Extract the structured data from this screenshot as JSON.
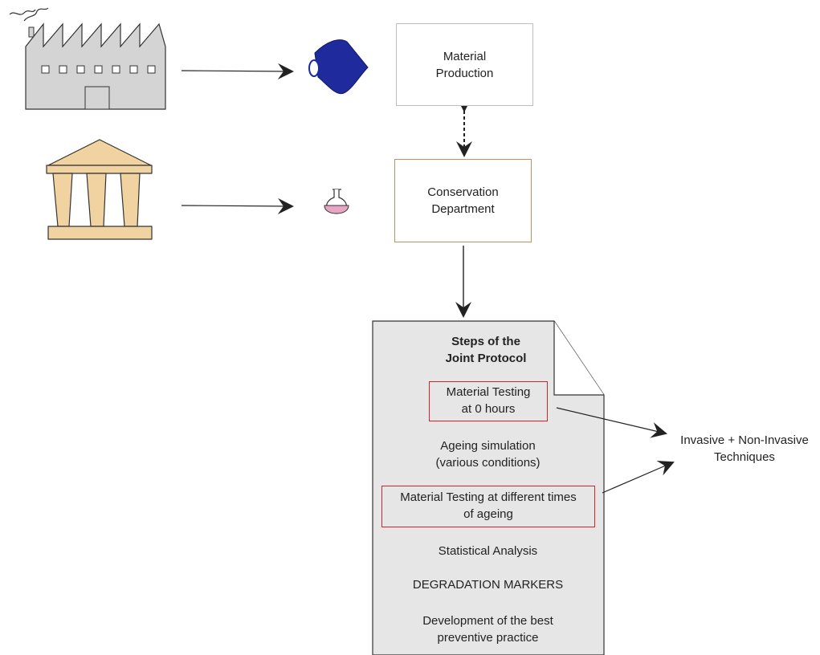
{
  "boxes": {
    "production": [
      "Material",
      "Production"
    ],
    "conservation": [
      "Conservation",
      "Department"
    ]
  },
  "protocol": {
    "title": [
      "Steps of the",
      "Joint Protocol"
    ],
    "steps": [
      [
        "Material Testing",
        "at 0 hours"
      ],
      [
        "Ageing simulation",
        "(various conditions)"
      ],
      [
        "Material Testing at different times",
        "of ageing"
      ],
      [
        "Statistical Analysis"
      ],
      [
        "DEGRADATION MARKERS"
      ],
      [
        "Development of the best",
        "preventive practice"
      ]
    ]
  },
  "techniques": [
    "Invasive + Non-Invasive",
    "Techniques"
  ],
  "icons": [
    "factory-icon",
    "museum-icon",
    "fabric-roll-icon",
    "flask-icon",
    "document-icon"
  ],
  "colors": {
    "highlight": "#d0242c",
    "fabric": "#1f2a9c",
    "museum": "#f1d3a1",
    "factory": "#d4d4d4",
    "conservation_border": "#c98f5c"
  }
}
